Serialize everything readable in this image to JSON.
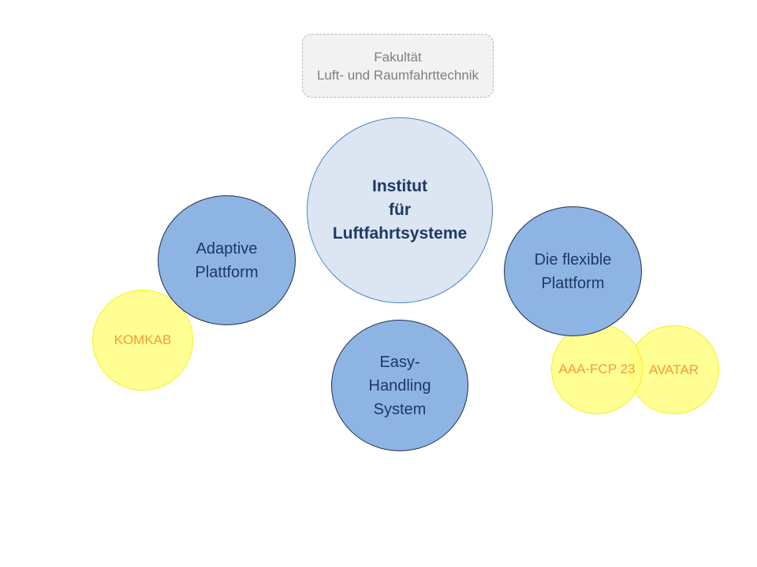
{
  "faculty": {
    "line1": "Fakultät",
    "line2": "Luft- und Raumfahrttechnik"
  },
  "institute": {
    "line1": "Institut",
    "line2": "für",
    "line3": "Luftfahrtsysteme"
  },
  "platforms": {
    "adaptive": {
      "line1": "Adaptive",
      "line2": "Plattform"
    },
    "flexible": {
      "line1": "Die flexible",
      "line2": "Plattform"
    },
    "easy": {
      "line1": "Easy-",
      "line2": "Handling",
      "line3": "System"
    }
  },
  "projects": {
    "komkab": "KOMKAB",
    "aaa": "AAA-FCP 23",
    "avatar": "AVATAR"
  },
  "colors": {
    "institute_fill": "#dce6f2",
    "platform_fill": "#8eb4e3",
    "project_fill": "#ffff80",
    "project_text": "#f59b3a",
    "platform_text": "#1f3864"
  }
}
